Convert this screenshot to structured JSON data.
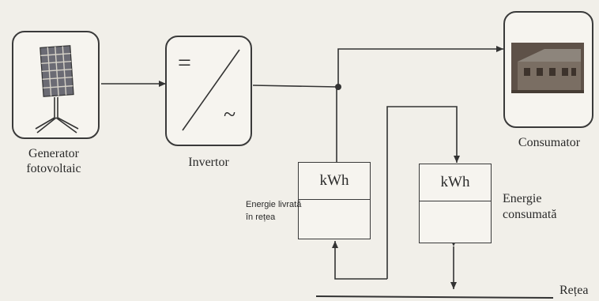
{
  "generator": {
    "label_line1": "Generator",
    "label_line2": "fotovoltaic"
  },
  "inverter": {
    "label": "Invertor",
    "dc_symbol": "=",
    "ac_symbol": "~"
  },
  "consumer": {
    "label": "Consumator"
  },
  "meter_delivered": {
    "unit": "kWh",
    "label_line1": "Energie livrată",
    "label_line2": "în rețea"
  },
  "meter_consumed": {
    "unit": "kWh",
    "label_line1": "Energie",
    "label_line2": "consumată"
  },
  "grid": {
    "label": "Rețea"
  }
}
